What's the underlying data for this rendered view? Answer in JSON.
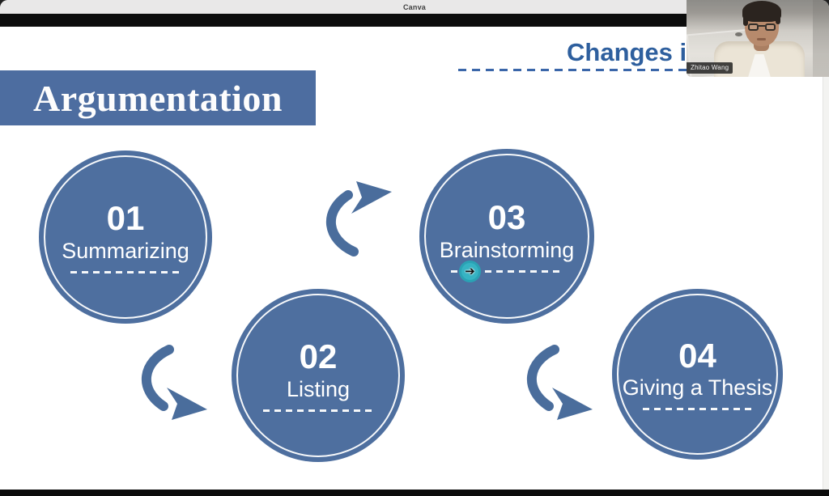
{
  "window": {
    "app_label": "Canva"
  },
  "slide": {
    "heading": "Changes in",
    "title": "Argumentation",
    "steps": [
      {
        "number": "01",
        "label": "Summarizing"
      },
      {
        "number": "02",
        "label": "Listing"
      },
      {
        "number": "03",
        "label": "Brainstorming"
      },
      {
        "number": "04",
        "label": "Giving a Thesis"
      }
    ],
    "cursor_glyph": "➔"
  },
  "webcam": {
    "participant_name": "Zhitao Wang"
  },
  "colors": {
    "circle_blue": "#4e6f9f",
    "title_box_blue": "#4d6da0",
    "heading_blue": "#2e5f9e",
    "arrow_blue": "#4a6d9c",
    "cursor_teal": "#36b3c3",
    "letterbox_black": "#0c0c0c",
    "titlebar_gray": "#e9e8e8"
  }
}
